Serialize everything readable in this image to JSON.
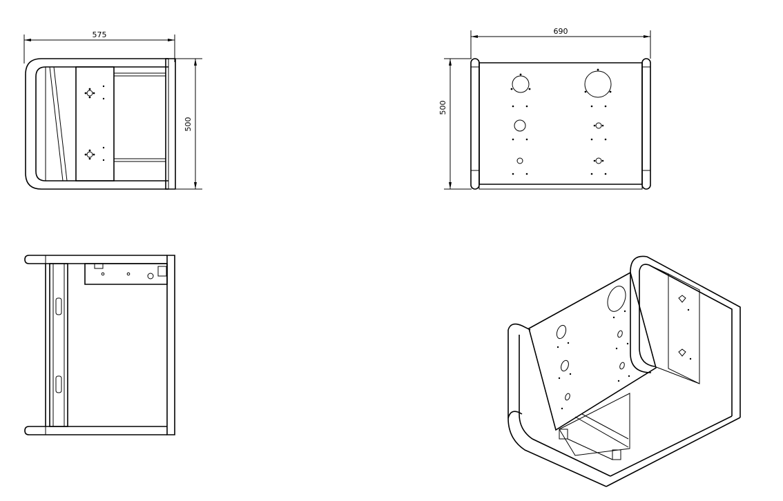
{
  "dimensions": {
    "side_width": "575",
    "side_height": "500",
    "front_width": "690",
    "front_height": "500"
  }
}
